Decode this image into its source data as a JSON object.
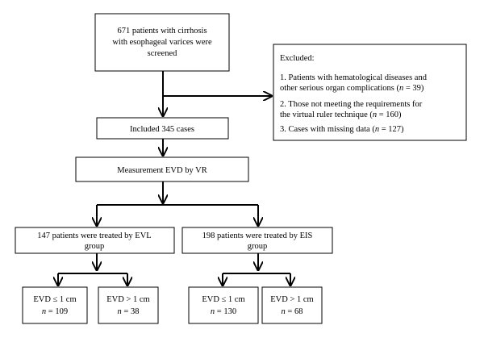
{
  "screened": {
    "line1": "671 patients with cirrhosis",
    "line2": "with esophageal varices were",
    "line3": "screened"
  },
  "excluded": {
    "title": "Excluded:",
    "item1": {
      "line1": "1. Patients with hematological diseases and",
      "line2_prefix": "other serious organ complications (",
      "n_symbol": "n",
      "line2_suffix": " = 39)"
    },
    "item2": {
      "line1": "2. Those not meeting the requirements for",
      "line2_prefix": "the virtual ruler technique (",
      "n_symbol": "n",
      "line2_suffix": " = 160)"
    },
    "item3": {
      "line1_prefix": "3. Cases with missing data (",
      "n_symbol": "n",
      "line1_suffix": " = 127)"
    }
  },
  "included": "Included 345 cases",
  "measurement": "Measurement EVD by VR",
  "groups": {
    "evl": {
      "line1": "147 patients were treated by EVL",
      "line2": "group",
      "sub_small": {
        "label": "EVD ≤ 1 cm",
        "n_symbol": "n",
        "n_value": " = 109"
      },
      "sub_large": {
        "label": "EVD > 1 cm",
        "n_symbol": "n",
        "n_value": " = 38"
      }
    },
    "eis": {
      "line1": "198 patients were treated by EIS",
      "line2": "group",
      "sub_small": {
        "label": "EVD ≤ 1 cm",
        "n_symbol": "n",
        "n_value": " = 130"
      },
      "sub_large": {
        "label": "EVD > 1 cm",
        "n_symbol": "n",
        "n_value": " = 68"
      }
    }
  }
}
